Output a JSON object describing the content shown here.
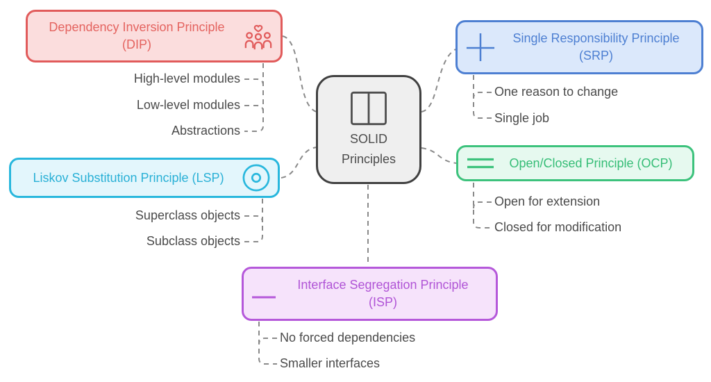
{
  "center": {
    "line1": "SOLID",
    "line2": "Principles",
    "icon": "columns-icon",
    "fill": "#efefef",
    "border": "#404040"
  },
  "branches": {
    "dip": {
      "line1": "Dependency Inversion Principle",
      "line2": "(DIP)",
      "icon": "people-group-icon",
      "border": "#e15b5b",
      "fill": "#fbdddd",
      "children": [
        "High-level modules",
        "Low-level modules",
        "Abstractions"
      ]
    },
    "srp": {
      "line1": "Single Responsibility Principle",
      "line2": "(SRP)",
      "icon": "plus-icon",
      "border": "#4d7fd2",
      "fill": "#dbe8fb",
      "children": [
        "One reason to change",
        "Single job"
      ]
    },
    "lsp": {
      "line1": "Liskov Substitution Principle (LSP)",
      "icon": "circle-dot-icon",
      "border": "#28b7dd",
      "fill": "#e3f6fc",
      "children": [
        "Superclass objects",
        "Subclass objects"
      ]
    },
    "ocp": {
      "line1": "Open/Closed Principle (OCP)",
      "icon": "equals-icon",
      "border": "#3cc27c",
      "fill": "#e6f9ef",
      "children": [
        "Open for extension",
        "Closed for modification"
      ]
    },
    "isp": {
      "line1": "Interface Segregation Principle",
      "line2": "(ISP)",
      "icon": "dash-icon",
      "border": "#b558da",
      "fill": "#f6e3fb",
      "children": [
        "No forced dependencies",
        "Smaller interfaces"
      ]
    }
  },
  "connector": {
    "color": "#8a8a8a",
    "style": "dashed"
  },
  "leaf_text_color": "#4a4a4a"
}
